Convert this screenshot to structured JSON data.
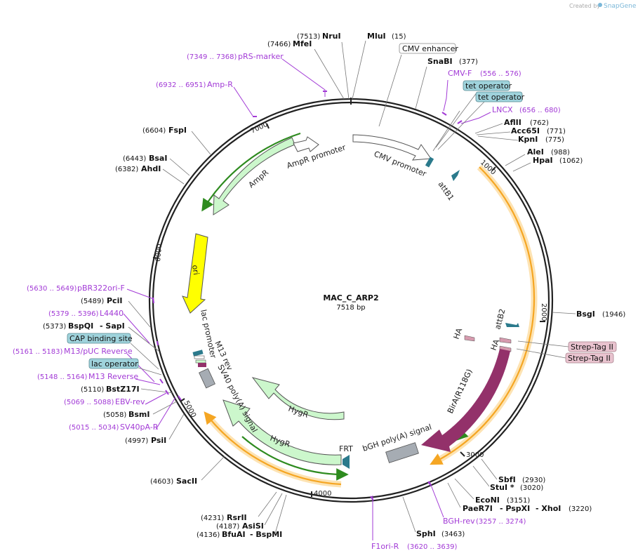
{
  "watermark": {
    "prefix": "Created by",
    "brand": "SnapGene"
  },
  "plasmid": {
    "name": "MAC_C_ARP2",
    "size": "7518 bp"
  },
  "ticks": [
    "1000",
    "2000",
    "3000",
    "4000",
    "5000",
    "6000",
    "7000"
  ],
  "features": {
    "cmv_promoter": "CMV promoter",
    "attb1": "attB1",
    "attb2": "attB2",
    "ha1": "HA",
    "ha2": "HA",
    "birA": "BirA(R118G)",
    "bgh": "bGH poly(A) signal",
    "frt": "FRT",
    "hygr1": "HygR",
    "hygr2": "HygR",
    "sv40": "SV40 poly(A) signal",
    "m13rev": "M13 rev",
    "lacprom": "lac promoter",
    "ori": "ori",
    "ampr": "AmpR",
    "amprprom": "AmpR promoter"
  },
  "pills": {
    "cmv_enhancer": "CMV enhancer",
    "tet_op1": "tet operator",
    "tet_op2": "tet operator",
    "strep1": "Strep-Tag II",
    "strep2": "Strep-Tag II",
    "cap": "CAP binding site",
    "lacop": "lac operator"
  },
  "enzymes": {
    "nrui": {
      "pos": "(7513)",
      "name": "NruI"
    },
    "mlui": {
      "name": "MluI",
      "pos": "(15)"
    },
    "mfei": {
      "pos": "(7466)",
      "name": "MfeI"
    },
    "snabi": {
      "name": "SnaBI",
      "pos": "(377)"
    },
    "aflii": {
      "name": "AflII",
      "pos": "(762)"
    },
    "acc65i": {
      "name": "Acc65I",
      "pos": "(771)"
    },
    "kpni": {
      "name": "KpnI",
      "pos": "(775)"
    },
    "alei": {
      "name": "AleI",
      "pos": "(988)"
    },
    "hpai": {
      "name": "HpaI",
      "pos": "(1062)"
    },
    "bsgi": {
      "name": "BsgI",
      "pos": "(1946)"
    },
    "sbfi": {
      "name": "SbfI",
      "pos": "(2930)"
    },
    "stui": {
      "name": "StuI *",
      "pos": "(3020)"
    },
    "econi": {
      "name": "EcoNI",
      "pos": "(3151)"
    },
    "pae": {
      "name": "PaeR7I",
      "sep1": "- PspXI",
      "sep2": "- XhoI",
      "pos": "(3220)"
    },
    "sphi": {
      "name": "SphI",
      "pos": "(3463)"
    },
    "rsrii": {
      "pos": "(4231)",
      "name": "RsrII"
    },
    "asisi": {
      "pos": "(4187)",
      "name": "AsiSI"
    },
    "bfuai": {
      "pos": "(4136)",
      "name": "BfuAI",
      "sep": "- BspMI"
    },
    "saci": {
      "pos": "(4603)",
      "name": "SacII"
    },
    "psii": {
      "pos": "(4997)",
      "name": "PsiI"
    },
    "bsmi": {
      "pos": "(5058)",
      "name": "BsmI"
    },
    "bstz": {
      "pos": "(5110)",
      "name": "BstZ17I"
    },
    "bspqi": {
      "pos": "(5373)",
      "name": "BspQI",
      "sep": "- SapI"
    },
    "pcii": {
      "pos": "(5489)",
      "name": "PciI"
    },
    "ahdi": {
      "pos": "(6382)",
      "name": "AhdI"
    },
    "bsai": {
      "pos": "(6443)",
      "name": "BsaI"
    },
    "fspi": {
      "pos": "(6604)",
      "name": "FspI"
    }
  },
  "primers": {
    "prs": {
      "range": "(7349 .. 7368)",
      "name": "pRS-marker"
    },
    "ampr": {
      "range": "(6932 .. 6951)",
      "name": "Amp-R"
    },
    "cmvf": {
      "name": "CMV-F",
      "range": "(556 .. 576)"
    },
    "lncx": {
      "name": "LNCX",
      "range": "(656 .. 680)"
    },
    "pbr": {
      "range": "(5630 .. 5649)",
      "name": "pBR322ori-F"
    },
    "l4440": {
      "range": "(5379 .. 5396)",
      "name": "L4440"
    },
    "m13puc": {
      "range": "(5161 .. 5183)",
      "name": "M13/pUC Reverse"
    },
    "m13r": {
      "range": "(5148 .. 5164)",
      "name": "M13 Reverse"
    },
    "ebv": {
      "range": "(5069 .. 5088)",
      "name": "EBV-rev"
    },
    "sv40pa": {
      "range": "(5015 .. 5034)",
      "name": "SV40pA-R"
    },
    "bgh": {
      "name": "BGH-rev",
      "range": "(3257 .. 3274)"
    },
    "f1": {
      "name": "F1ori-R",
      "range": "(3620 .. 3639)"
    }
  },
  "colors": {
    "backbone": "#222222",
    "ori": "#ffff00",
    "resistance": "#ccf7cc",
    "promoter": "#ffffff",
    "orange": "#f5a623",
    "green": "#2e8b1f",
    "cds_purple": "#93316a",
    "terminator": "#a6acb3",
    "teal": "#2b7a8c",
    "primer": "#a23ad6",
    "pill_teal": "#9fd3dc",
    "pill_pink": "#e9c3cf"
  }
}
